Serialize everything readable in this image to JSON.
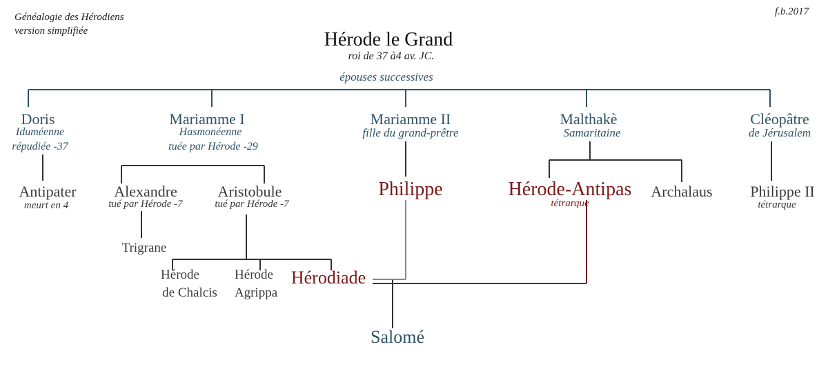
{
  "header": {
    "title_line1": "Généalogie des Hérodiens",
    "title_line2": "version simplifiée",
    "signature": "f.b.2017"
  },
  "root": {
    "name": "Hérode le Grand",
    "subtitle": "roi de 37 à4 av. JC.",
    "spouses_caption": "épouses successives"
  },
  "spouses": [
    {
      "name": "Doris",
      "line1": "Iduméenne",
      "line2": "répudiée -37"
    },
    {
      "name": "Mariamme I",
      "line1": "Hasmonéenne",
      "line2": "tuée par Hérode -29"
    },
    {
      "name": "Mariamme II",
      "line1": "fille du grand-prêtre"
    },
    {
      "name": "Malthakè",
      "line1": "Samaritaine"
    },
    {
      "name": "Cléopâtre",
      "line1": "de Jérusalem"
    }
  ],
  "children": {
    "antipater": {
      "name": "Antipater",
      "note": "meurt en 4"
    },
    "alexandre": {
      "name": "Alexandre",
      "note": "tué par Hérode -7"
    },
    "aristobule": {
      "name": "Aristobule",
      "note": "tué par Hérode -7"
    },
    "philippe": {
      "name": "Philippe"
    },
    "herode_antipas": {
      "name": "Hérode-Antipas",
      "note": "tétrarque"
    },
    "archalaus": {
      "name": "Archalaus"
    },
    "philippe_ii": {
      "name": "Philippe II",
      "note": "tétrarque"
    }
  },
  "grandchildren": {
    "trigrane": {
      "name": "Trigrane"
    },
    "herode_chalcis": {
      "line1": "Hérode",
      "line2": "de Chalcis"
    },
    "herode_agrippa": {
      "line1": "Hérode",
      "line2": "Agrippa"
    },
    "herodiade": {
      "name": "Hérodiade"
    }
  },
  "great_grandchild": {
    "name": "Salomé"
  },
  "colors": {
    "blue": "#2f5466",
    "dark_red": "#7a1a1a",
    "gray_text": "#3a3a3a",
    "line_dark": "#333333",
    "line_blue": "#7d86b0"
  }
}
